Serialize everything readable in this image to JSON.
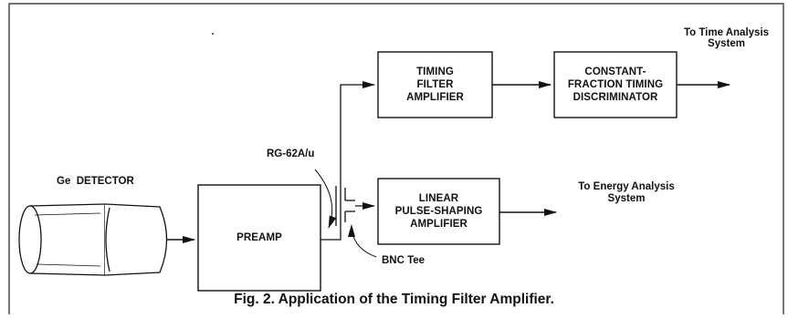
{
  "blocks": {
    "timing_filter_amplifier": [
      "TIMING",
      "FILTER",
      "AMPLIFIER"
    ],
    "cftd": [
      "CONSTANT-",
      "FRACTION TIMING",
      "DISCRIMINATOR"
    ],
    "linear_amplifier": [
      "LINEAR",
      "PULSE-SHAPING",
      "AMPLIFIER"
    ],
    "preamp": [
      "PREAMP"
    ]
  },
  "labels": {
    "ge_detector": "Ge  DETECTOR",
    "cable": "RG-62A/u",
    "bnc_tee": "BNC Tee",
    "to_time": [
      "To Time Analysis",
      "System"
    ],
    "to_energy": [
      "To Energy Analysis",
      "System"
    ]
  },
  "caption": "Fig. 2.  Application of the Timing Filter Amplifier."
}
